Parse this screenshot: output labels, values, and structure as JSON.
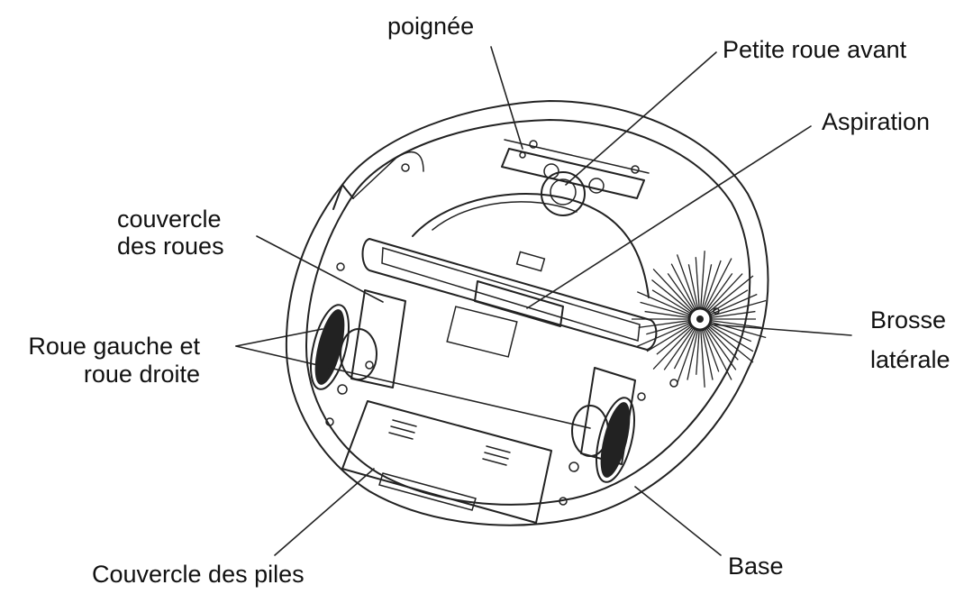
{
  "labels": {
    "poignee": "poignée",
    "petite_roue": "Petite roue avant",
    "aspiration": "Aspiration",
    "couvercle_roues_1": "couvercle",
    "couvercle_roues_2": "des roues",
    "roues_1": "Roue gauche et",
    "roues_2": "roue droite",
    "brosse_1": "Brosse",
    "brosse_2": "latérale",
    "couvercle_piles": "Couvercle des piles",
    "base": "Base"
  }
}
